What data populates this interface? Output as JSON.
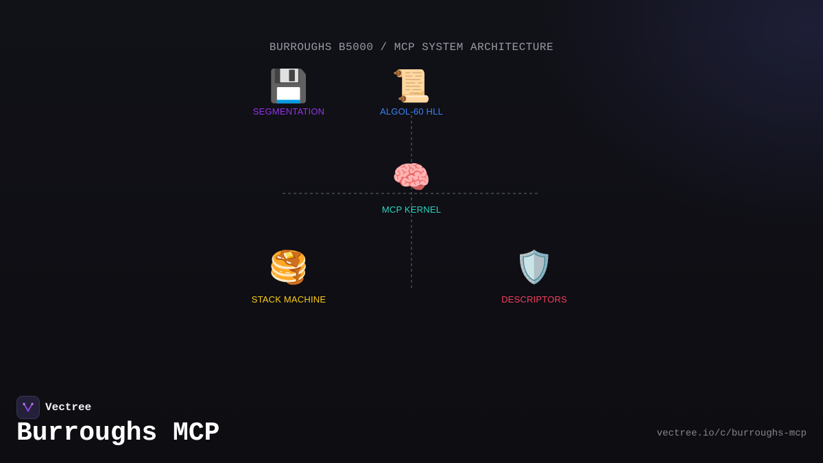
{
  "diagram": {
    "title": "BURROUGHS B5000 / MCP SYSTEM ARCHITECTURE",
    "nodes": [
      {
        "id": "segmentation",
        "label": "SEGMENTATION",
        "icon": "floppy-disk-icon",
        "glyph": "💾",
        "color": "#9333ea"
      },
      {
        "id": "algol",
        "label": "ALGOL-60 HLL",
        "icon": "scroll-icon",
        "glyph": "📜",
        "color": "#3b82f6"
      },
      {
        "id": "kernel",
        "label": "MCP KERNEL",
        "icon": "brain-icon",
        "glyph": "🧠",
        "color": "#2dd4bf"
      },
      {
        "id": "stack",
        "label": "STACK MACHINE",
        "icon": "pancakes-icon",
        "glyph": "🥞",
        "color": "#facc15"
      },
      {
        "id": "descriptors",
        "label": "DESCRIPTORS",
        "icon": "shield-icon",
        "glyph": "🛡️",
        "color": "#f43f5e"
      }
    ],
    "connector_color": "#4a4a55"
  },
  "footer": {
    "brand_name": "Vectree",
    "brand_icon": "vectree-logo-icon",
    "page_title": "Burroughs MCP",
    "url": "vectree.io/c/burroughs-mcp"
  }
}
